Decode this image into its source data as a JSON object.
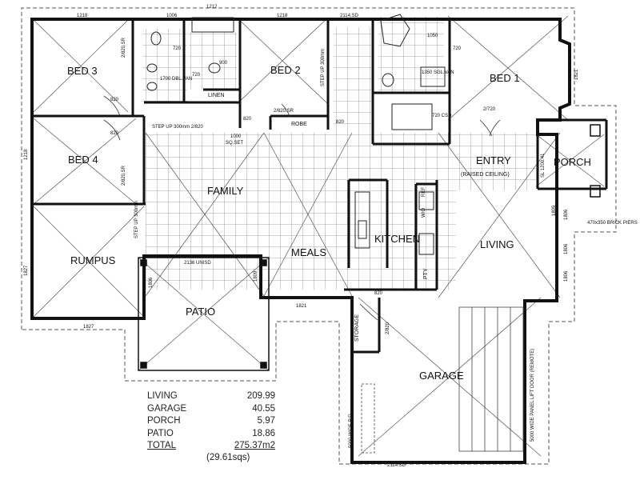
{
  "rooms": {
    "bed3": "BED 3",
    "bed2": "BED 2",
    "bed1": "BED 1",
    "bed4": "BED 4",
    "family": "FAMILY",
    "rumpus": "RUMPUS",
    "meals": "MEALS",
    "kitchen": "KITCHEN",
    "living": "LIVING",
    "entry": "ENTRY",
    "entry_note": "(RAISED CEILING)",
    "porch": "PORCH",
    "patio": "PATIO",
    "garage": "GARAGE",
    "linen": "LINEN",
    "robe": "ROBE",
    "storage": "STORAGE",
    "pty": "PTY"
  },
  "dimensions": {
    "top_1218_left": "1218",
    "top_1006": "1006",
    "top_1212": "1212",
    "top_1218_mid": "1218",
    "top_2114": "2114.SD",
    "side_1218": "1218",
    "side_1827": "1827",
    "bottom_1827": "1827",
    "patio_2136": "2136 UNISD",
    "patio_1806": "1806",
    "patio_1809": "1809",
    "meals_1821": "1821",
    "garage_2114": "2114.SD",
    "bed1_1821": "1821",
    "living_1806a": "1806",
    "living_1806b": "1806",
    "living_1806c": "1806",
    "living_1809": "1809",
    "sq_1000": "1000",
    "sq_set": "SQ.SET"
  },
  "notes": {
    "bed3_door": "2/820.SR",
    "bed2_door": "2/820.SR",
    "bed4_door": "2/820.SR",
    "bed1_door": "2/720",
    "d820_a": "820",
    "d820_b": "820",
    "d820_c": "820",
    "d820_d": "820",
    "d820_e": "820",
    "d720_a": "720",
    "d720_b": "720",
    "d720_c": "720",
    "d720_csd": "720\nCSD",
    "dbl_van": "1700\nDBL.VAN",
    "sgl_van": "1350\nSGL.VAN",
    "d1050": "1050",
    "d900": "900",
    "step_up_1": "STEP UP 300mm",
    "step_up_2": "STEP UP 300mm 2/820",
    "step_up_3": "STEP UP 300mm",
    "porch_door": "SL 1200.41",
    "brick_piers": "470x350\nBRICK PIERS",
    "garage_door": "5000 WIDE PANEL LIFT DOOR (REMOTE)",
    "garage_side": "5000 WIDE R/D",
    "storage_door": "2/820",
    "d820_storage": "820",
    "wo": "W/O",
    "ref": "REF"
  },
  "areas": {
    "items": [
      {
        "label": "LIVING",
        "value": "209.99"
      },
      {
        "label": "GARAGE",
        "value": "40.55"
      },
      {
        "label": "PORCH",
        "value": "5.97"
      },
      {
        "label": "PATIO",
        "value": "18.86"
      }
    ],
    "total_label": "TOTAL",
    "total_value": "275.37m2",
    "squares": "(29.61sqs)"
  },
  "colors": {
    "wall": "#111111",
    "tile": "#9a9a9a",
    "dashed": "#555555"
  }
}
